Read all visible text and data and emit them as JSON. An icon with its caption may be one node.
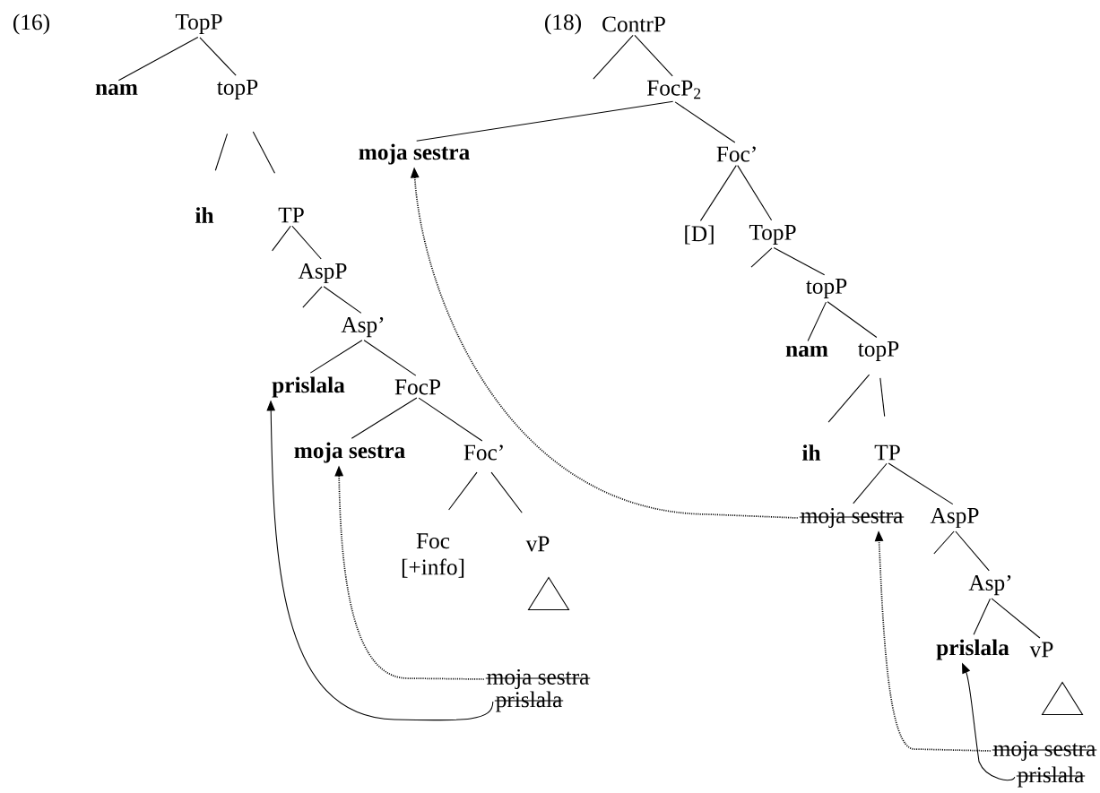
{
  "diagram": {
    "nodes": [
      {
        "text": [
          "TopP"
        ]
      },
      {
        "text": [
          "nam"
        ]
      },
      {
        "text": [
          "topP"
        ]
      },
      {
        "text": [
          "ih"
        ]
      },
      {
        "text": [
          "TP"
        ]
      },
      {
        "text": [
          "AspP"
        ]
      },
      {
        "text": [
          "Asp’"
        ]
      },
      {
        "text": [
          "prislala"
        ]
      },
      {
        "text": [
          "FocP"
        ]
      },
      {
        "text": [
          "moja sestra"
        ]
      },
      {
        "text": [
          "Foc’"
        ]
      },
      {
        "text": [
          "Foc",
          "[+info]"
        ]
      },
      {
        "text": [
          "vP"
        ]
      },
      {
        "text": [],
        "shape": "triangle"
      },
      {
        "text": [
          "moja sestra"
        ]
      },
      {
        "text": [
          "prislala"
        ]
      },
      {
        "text": [
          "ContrP"
        ]
      },
      {
        "text": [
          "FocP$_{2}$"
        ]
      },
      {
        "text": [
          "moja sestra"
        ]
      },
      {
        "text": [
          "Foc’"
        ]
      },
      {
        "text": [
          "[D]"
        ]
      },
      {
        "text": [
          "TopP"
        ]
      },
      {
        "text": [
          "topP"
        ]
      },
      {
        "text": [
          "nam"
        ]
      },
      {
        "text": [
          "topP"
        ]
      },
      {
        "text": [
          "ih"
        ]
      },
      {
        "text": [
          "TP"
        ]
      },
      {
        "text": [
          "moja sestra"
        ]
      },
      {
        "text": [
          "AspP"
        ]
      },
      {
        "text": [
          "Asp’"
        ]
      },
      {
        "text": [
          "prislala"
        ]
      },
      {
        "text": [
          "vP"
        ]
      },
      {
        "text": [],
        "shape": "triangle"
      },
      {
        "text": [
          "moja sestra"
        ]
      },
      {
        "text": [
          "prislala"
        ]
      }
    ],
    "edges": [
      {
        "from": 0,
        "to": 1,
        "arrow": "none"
      },
      {
        "from": 0,
        "to": 2,
        "arrow": "none"
      },
      {
        "from": 2,
        "to": 3,
        "arrow": "none"
      },
      {
        "from": 2,
        "to": 4,
        "arrow": "none"
      },
      {
        "from": 4,
        "to": null,
        "arrow": "none"
      },
      {
        "from": 4,
        "to": 5,
        "arrow": "none"
      },
      {
        "from": 5,
        "to": null,
        "arrow": "none"
      },
      {
        "from": 5,
        "to": 6,
        "arrow": "none"
      },
      {
        "from": 6,
        "to": 7,
        "arrow": "none"
      },
      {
        "from": 6,
        "to": 8,
        "arrow": "none"
      },
      {
        "from": 8,
        "to": 9,
        "arrow": "none"
      },
      {
        "from": 8,
        "to": 10,
        "arrow": "none"
      },
      {
        "from": 10,
        "to": 11,
        "arrow": "none"
      },
      {
        "from": 10,
        "to": 12,
        "arrow": "none"
      },
      {
        "from": 16,
        "to": null,
        "arrow": "none"
      },
      {
        "from": 16,
        "to": 17,
        "arrow": "none"
      },
      {
        "from": 17,
        "to": 18,
        "arrow": "none"
      },
      {
        "from": 17,
        "to": 19,
        "arrow": "none"
      },
      {
        "from": 19,
        "to": 20,
        "arrow": "none"
      },
      {
        "from": 19,
        "to": 21,
        "arrow": "none"
      },
      {
        "from": 21,
        "to": null,
        "arrow": "none"
      },
      {
        "from": 21,
        "to": 22,
        "arrow": "none"
      },
      {
        "from": 22,
        "to": 23,
        "arrow": "none"
      },
      {
        "from": 22,
        "to": 24,
        "arrow": "none"
      },
      {
        "from": 24,
        "to": 25,
        "arrow": "none"
      },
      {
        "from": 24,
        "to": 26,
        "arrow": "none"
      },
      {
        "from": 26,
        "to": 27,
        "arrow": "none"
      },
      {
        "from": 26,
        "to": 28,
        "arrow": "none"
      },
      {
        "from": 28,
        "to": null,
        "arrow": "none"
      },
      {
        "from": 28,
        "to": 29,
        "arrow": "none"
      },
      {
        "from": 29,
        "to": 30,
        "arrow": "none"
      },
      {
        "from": 29,
        "to": 31,
        "arrow": "none"
      },
      {
        "from": 14,
        "to": 9,
        "arrow": "to",
        "style": "dashed"
      },
      {
        "from": 15,
        "to": 7,
        "arrow": "to"
      },
      {
        "from": 27,
        "to": 18,
        "arrow": "to",
        "style": "dashed"
      },
      {
        "from": 33,
        "to": 27,
        "arrow": "to",
        "style": "dashed"
      },
      {
        "from": 34,
        "to": 30,
        "arrow": "to"
      }
    ],
    "labels": [
      "(16)",
      "(18)"
    ]
  }
}
